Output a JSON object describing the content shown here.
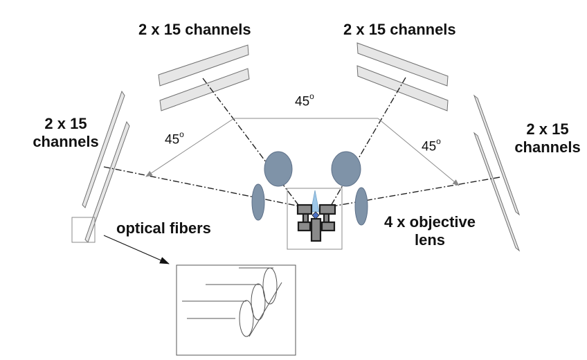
{
  "labels": {
    "top_left_array": "2 x 15 channels",
    "top_right_array": "2 x 15 channels",
    "left_array_line1": "2 x 15",
    "left_array_line2": "channels",
    "right_array_line1": "2 x 15",
    "right_array_line2": "channels",
    "optical_fibers": "optical fibers",
    "objective_line1": "4 x objective",
    "objective_line2": "lens"
  },
  "angles": {
    "top": "45",
    "left": "45",
    "right": "45",
    "unit": "o"
  },
  "colors": {
    "plate_fill": "#e6e6e6",
    "plate_stroke": "#6f6f6f",
    "lens_fill": "#7f93a8",
    "lens_stroke": "#5d7089",
    "device_fill": "#8a8a8a",
    "device_stroke": "#1b1b1b",
    "cone_fill": "#9dc7e8",
    "line": "#222222",
    "arrow": "#8a8a8a"
  }
}
